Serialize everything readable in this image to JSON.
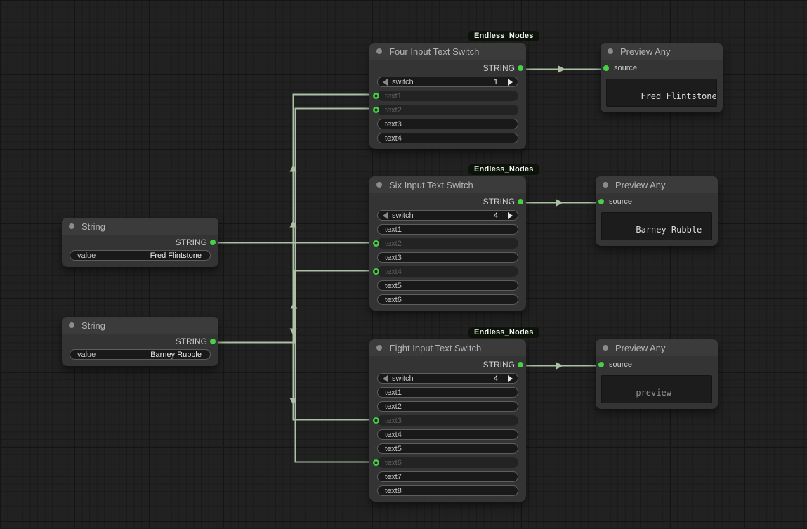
{
  "colors": {
    "wire": "#abc0a4",
    "port_green": "#46d146",
    "badge_bg": "#0c140a"
  },
  "badge_label": "Endless_Nodes",
  "string_nodes": [
    {
      "title": "String",
      "output_label": "STRING",
      "widget_label": "value",
      "widget_value": "Fred Flintstone"
    },
    {
      "title": "String",
      "output_label": "STRING",
      "widget_label": "value",
      "widget_value": "Barney Rubble"
    }
  ],
  "switch_nodes": [
    {
      "badge": "Endless_Nodes",
      "title": "Four Input Text Switch",
      "output_label": "STRING",
      "switch_label": "switch",
      "switch_value": "1",
      "rows": [
        {
          "label": "text1",
          "connected": true
        },
        {
          "label": "text2",
          "connected": true
        },
        {
          "label": "text3",
          "connected": false
        },
        {
          "label": "text4",
          "connected": false
        }
      ]
    },
    {
      "badge": "Endless_Nodes",
      "title": "Six Input Text Switch",
      "output_label": "STRING",
      "switch_label": "switch",
      "switch_value": "4",
      "rows": [
        {
          "label": "text1",
          "connected": false
        },
        {
          "label": "text2",
          "connected": true
        },
        {
          "label": "text3",
          "connected": false
        },
        {
          "label": "text4",
          "connected": true
        },
        {
          "label": "text5",
          "connected": false
        },
        {
          "label": "text6",
          "connected": false
        }
      ]
    },
    {
      "badge": "Endless_Nodes",
      "title": "Eight Input Text Switch",
      "output_label": "STRING",
      "switch_label": "switch",
      "switch_value": "4",
      "rows": [
        {
          "label": "text1",
          "connected": false
        },
        {
          "label": "text2",
          "connected": false
        },
        {
          "label": "text3",
          "connected": true
        },
        {
          "label": "text4",
          "connected": false
        },
        {
          "label": "text5",
          "connected": false
        },
        {
          "label": "text6",
          "connected": true
        },
        {
          "label": "text7",
          "connected": false
        },
        {
          "label": "text8",
          "connected": false
        }
      ]
    }
  ],
  "preview_nodes": [
    {
      "title": "Preview Any",
      "input_label": "source",
      "text": "Fred Flintstone"
    },
    {
      "title": "Preview Any",
      "input_label": "source",
      "text": "Barney Rubble"
    },
    {
      "title": "Preview Any",
      "input_label": "source",
      "text": "preview"
    }
  ]
}
